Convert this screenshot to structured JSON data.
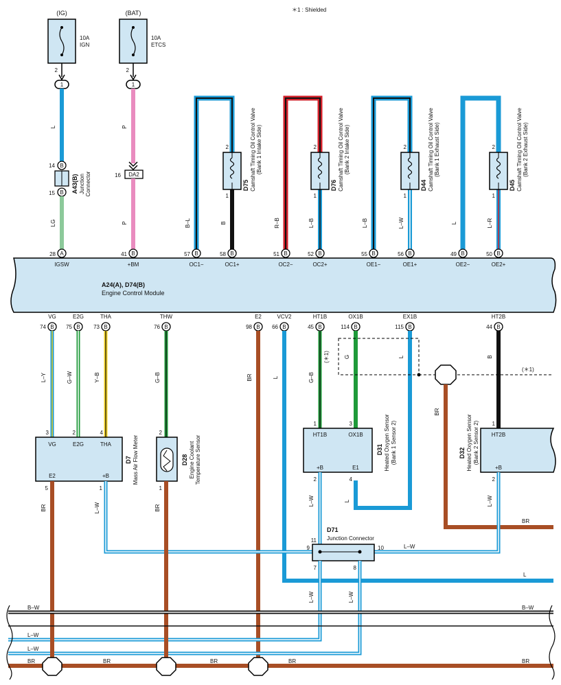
{
  "note": "＊1 : Shielded",
  "fuses": [
    {
      "supply": "(IG)",
      "rating": "10A",
      "name": "IGN",
      "pin_out": "2",
      "connector": "1"
    },
    {
      "supply": "(BAT)",
      "rating": "10A",
      "name": "ETCS",
      "pin_out": "2",
      "connector": "1"
    }
  ],
  "junction_a43": {
    "code": "A43(B)",
    "name": "Junction\nConnector",
    "pin_top": "14",
    "pin_bottom": "15",
    "pin_letter": "B"
  },
  "da2": {
    "label": "DA2",
    "pin": "16"
  },
  "ecm": {
    "code": "A24(A), D74(B)",
    "name": "Engine Control Module",
    "top_pins": [
      {
        "num": "28",
        "conn": "A",
        "name": "IGSW"
      },
      {
        "num": "41",
        "conn": "B",
        "name": "+BM"
      },
      {
        "num": "57",
        "conn": "B",
        "name": "OC1−"
      },
      {
        "num": "58",
        "conn": "B",
        "name": "OC1+"
      },
      {
        "num": "51",
        "conn": "B",
        "name": "OC2−"
      },
      {
        "num": "52",
        "conn": "B",
        "name": "OC2+"
      },
      {
        "num": "55",
        "conn": "B",
        "name": "OE1−"
      },
      {
        "num": "56",
        "conn": "B",
        "name": "OE1+"
      },
      {
        "num": "49",
        "conn": "B",
        "name": "OE2−"
      },
      {
        "num": "50",
        "conn": "B",
        "name": "OE2+"
      }
    ],
    "bottom_pins": [
      {
        "num": "74",
        "conn": "B",
        "name": "VG"
      },
      {
        "num": "75",
        "conn": "B",
        "name": "E2G"
      },
      {
        "num": "73",
        "conn": "B",
        "name": "THA"
      },
      {
        "num": "76",
        "conn": "B",
        "name": "THW"
      },
      {
        "num": "98",
        "conn": "B",
        "name": "E2"
      },
      {
        "num": "66",
        "conn": "B",
        "name": "VCV2"
      },
      {
        "num": "45",
        "conn": "B",
        "name": "HT1B"
      },
      {
        "num": "114",
        "conn": "B",
        "name": "OX1B"
      },
      {
        "num": "115",
        "conn": "B",
        "name": "EX1B"
      },
      {
        "num": "44",
        "conn": "B",
        "name": "HT2B"
      }
    ]
  },
  "valves": [
    {
      "code": "D75",
      "name": "Camshaft Timing Oil Control Valve",
      "side": "(Bank 1 Intake Side)",
      "pin_top": "2",
      "pin_bottom": "1",
      "wire_left": "B–L",
      "wire_right": "B"
    },
    {
      "code": "D76",
      "name": "Camshaft Timing Oil Control Valve",
      "side": "(Bank 2 Intake Side)",
      "pin_top": "2",
      "pin_bottom": "1",
      "wire_left": "R–B",
      "wire_right": "L–B"
    },
    {
      "code": "D44",
      "name": "Camshaft Timing Oil Control Valve",
      "side": "(Bank 1 Exhaust Side)",
      "pin_top": "2",
      "pin_bottom": "1",
      "wire_left": "L–B",
      "wire_right": "L–W"
    },
    {
      "code": "D45",
      "name": "Camshaft Timing Oil Control Valve",
      "side": "(Bank 2 Exhaust Side)",
      "pin_top": "2",
      "pin_bottom": "1",
      "wire_left": "L",
      "wire_right": "L–R"
    }
  ],
  "top_wires": {
    "ig": "L",
    "ig_lower": "LG",
    "bat": "P",
    "bat_lower": "P"
  },
  "maf": {
    "code": "D7",
    "name": "Mass Air Flow Meter",
    "pins": [
      "VG",
      "E2G",
      "THA",
      "E2",
      "+B"
    ],
    "pin_nums": [
      "3",
      "2",
      "4",
      "5",
      "1"
    ],
    "wires": [
      "L–Y",
      "G–W",
      "Y–B"
    ]
  },
  "ect": {
    "code": "D28",
    "name": "Engine Coolant\nTemperature Sensor",
    "pin_top": "2",
    "pin_bottom": "1",
    "wire": "G–B"
  },
  "o2_1": {
    "code": "D31",
    "name": "Heated Oxygen Sensor",
    "side": "(Bank 1 Sensor 2)",
    "pins": [
      "HT1B",
      "OX1B",
      "+B",
      "E1"
    ],
    "pin_nums": [
      "1",
      "3",
      "2",
      "4"
    ]
  },
  "o2_2": {
    "code": "D32",
    "name": "Heated Oxygen Sensor",
    "side": "(Bank 2 Sensor 2)",
    "pins": [
      "HT2B",
      "+B"
    ],
    "pin_nums": [
      "1",
      "2"
    ]
  },
  "d71": {
    "code": "D71",
    "name": "Junction Connector",
    "pins": [
      "11",
      "9",
      "10",
      "7",
      "8"
    ]
  },
  "wire_labels": {
    "g_ox": "G",
    "l_ex": "L",
    "gb_ht1": "G–B",
    "b_ht2": "B",
    "br_e2": "BR",
    "l_vcv2": "L",
    "br_shield": "BR",
    "lw_o2_1": "L–W",
    "lw_o2_2": "L–W",
    "lw_maf": "L–W",
    "br_maf": "BR",
    "br_ect": "BR",
    "shield": "(＊1)",
    "shield2": "(＊1)",
    "d71_out": "L–W",
    "l_out": "L",
    "br_right": "BR",
    "lw7": "L–W",
    "lw8": "L–W"
  },
  "bus": [
    {
      "label_left": "B–W",
      "label_right": "B–W"
    },
    {
      "label_left": "L–W"
    },
    {
      "label_left": "L–W"
    },
    {
      "label_left": "BR",
      "label_mid1": "BR",
      "label_mid2": "BR",
      "label_mid3": "BR",
      "label_right": "BR"
    }
  ],
  "colors": {
    "L": "#1a9ad6",
    "P": "#e98cbf",
    "LG": "#8cc99a",
    "BR": "#a84e25",
    "G": "#1f9a3a",
    "B": "#111111",
    "R": "#d2202a",
    "Y": "#f0d020",
    "module": "#cfe6f3"
  }
}
